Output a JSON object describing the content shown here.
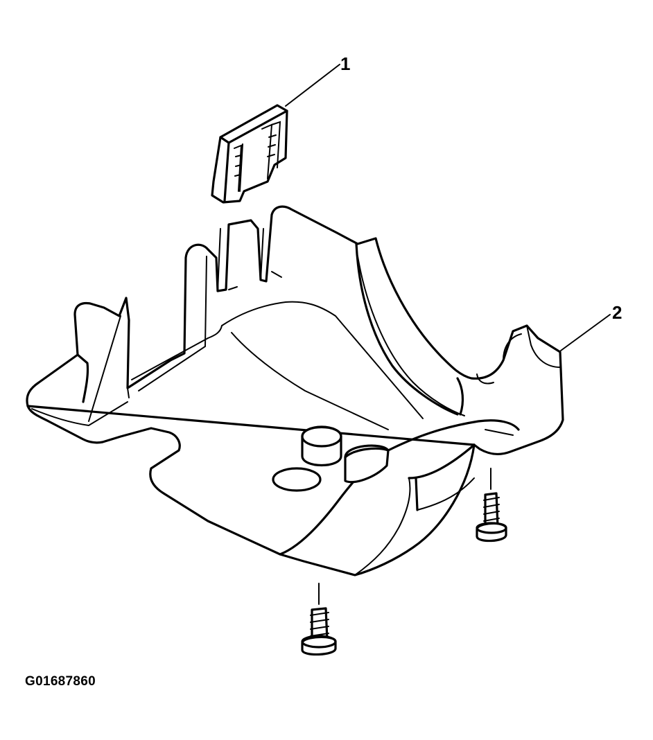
{
  "callouts": [
    {
      "number": "1",
      "part": "insert"
    },
    {
      "number": "2",
      "part": "cover"
    }
  ],
  "figure_id": "G01687860"
}
